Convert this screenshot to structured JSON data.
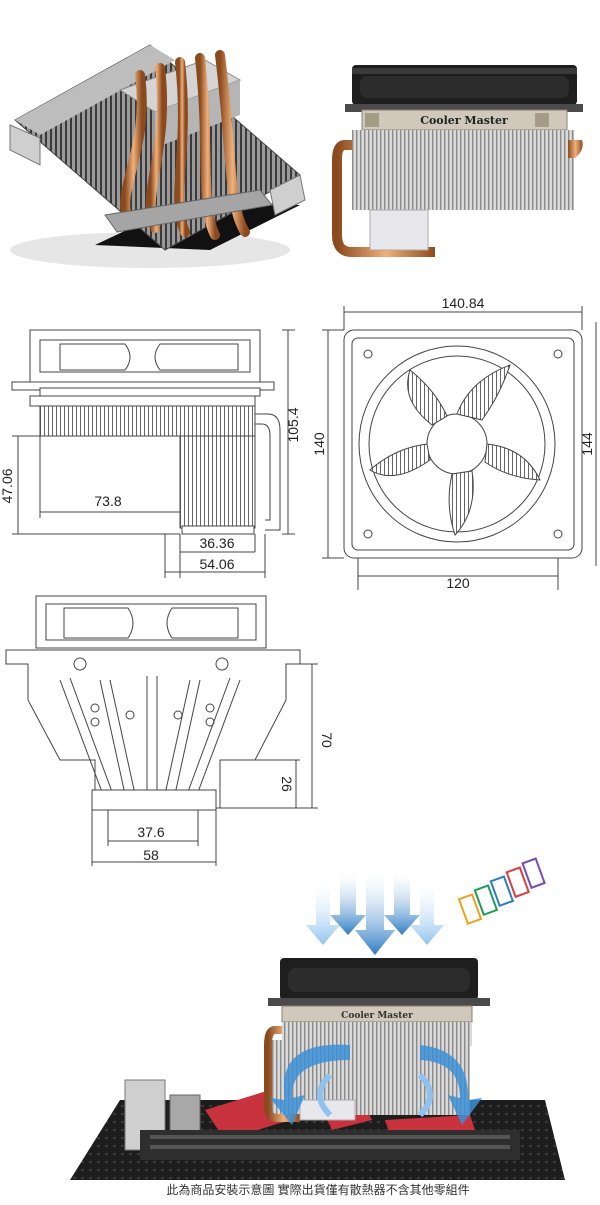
{
  "product": {
    "brand_label": "Cooler Master"
  },
  "side_view": {
    "dim_height": "105.4",
    "dim_offset_height": "47.06",
    "dim_overhang": "73.8",
    "dim_base_inner": "36.36",
    "dim_base_outer": "54.06"
  },
  "fan_view": {
    "dim_top_width": "140.84",
    "dim_left_height": "140",
    "dim_right_height": "144",
    "dim_bottom_width": "120"
  },
  "front_view": {
    "dim_height": "70",
    "dim_base_height": "26",
    "dim_base_inner": "37.6",
    "dim_base_outer": "58"
  },
  "disclaimer": "此為商品安裝示意圖 實際出貨僅有散熱器不含其他零組件",
  "colors": {
    "copper": "#c97a3a",
    "fin": "#b9b9b9",
    "fan_frame": "#2a2a2a",
    "airflow_blue": "#3a8fd6",
    "board_red": "#c8323c"
  }
}
